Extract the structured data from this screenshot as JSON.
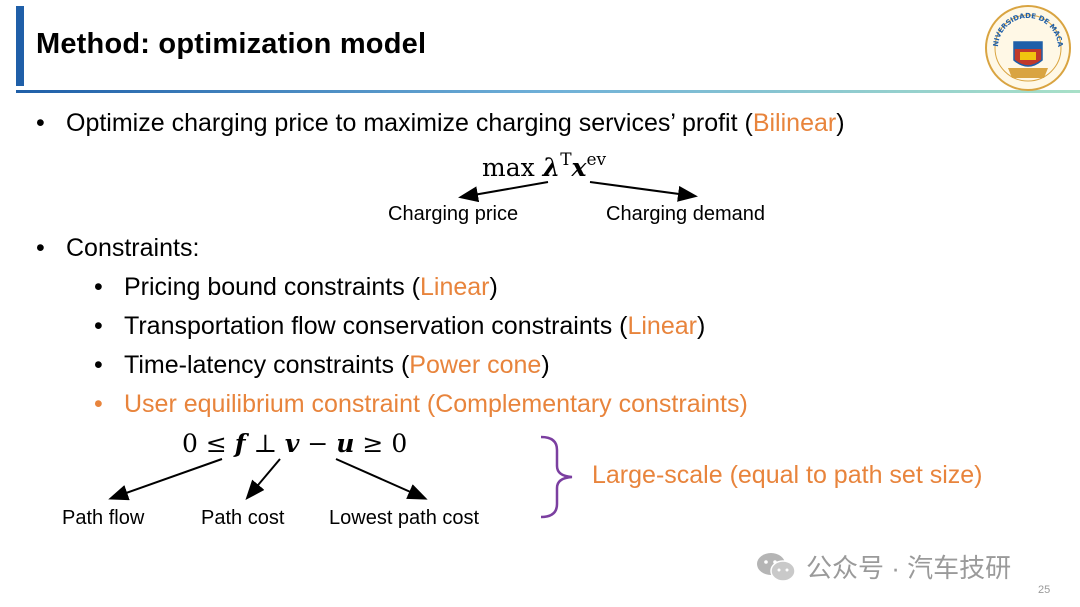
{
  "slide": {
    "title": "Method: optimization model",
    "page_number": "25"
  },
  "objective": {
    "bullet": "•",
    "text_before": "Optimize charging price to maximize charging services’ profit (",
    "highlight": "Bilinear",
    "text_after": ")",
    "equation": {
      "max": "max",
      "lambda": "λ",
      "sup_T": "T",
      "x": "x",
      "sup_ev": "ev"
    },
    "annotations": {
      "price": "Charging price",
      "demand": "Charging demand"
    }
  },
  "constraints": {
    "bullet": "•",
    "heading": "Constraints:",
    "items": [
      {
        "bullet": "•",
        "text": "Pricing bound constraints (",
        "highlight": "Linear",
        "after": ")"
      },
      {
        "bullet": "•",
        "text": "Transportation flow conservation constraints (",
        "highlight": "Linear",
        "after": ")"
      },
      {
        "bullet": "•",
        "text": "Time-latency constraints (",
        "highlight": "Power cone",
        "after": ")"
      }
    ],
    "equilibrium": {
      "bullet": "•",
      "text": "User equilibrium constraint (Complementary constraints)"
    },
    "equation": {
      "zero_left": "0 ≤ ",
      "f": "f",
      "perp": " ⊥ ",
      "v": "v",
      "minus": " − ",
      "u": "u",
      "geq_zero": " ≥ 0"
    },
    "annotations": {
      "path_flow": "Path flow",
      "path_cost": "Path cost",
      "lowest_path_cost": "Lowest path cost"
    },
    "brace_label": "Large-scale (equal to path set size)"
  },
  "watermark": {
    "text": "公众号 · 汽车技研",
    "icon": "wechat-icon"
  },
  "logo": {
    "icon": "university-seal-icon",
    "text": "UNIVERSIDADE DE MACAU"
  },
  "colors": {
    "accent_blue": "#1f5fa8",
    "highlight_orange": "#e8843c",
    "brace_purple": "#7b3fa0",
    "watermark_gray": "#9a9a9a"
  }
}
